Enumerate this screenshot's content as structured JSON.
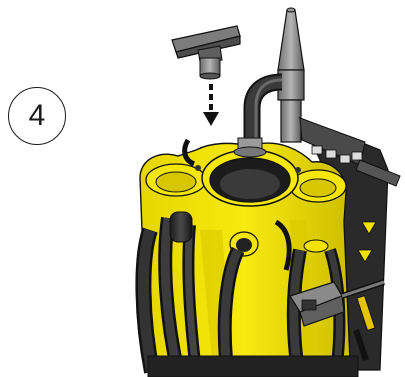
{
  "step": {
    "number": "4"
  },
  "colors": {
    "body_yellow": "#f2e200",
    "body_yellow_shade": "#c9bb00",
    "hose_dark": "#2b2b2b",
    "grey_tube": "#8a8a8a",
    "outline": "#111111"
  },
  "icons": {
    "arrow": "down-arrow-dashed",
    "nozzle": "crevice-nozzle",
    "tool": "floor-nozzle-adapter"
  }
}
